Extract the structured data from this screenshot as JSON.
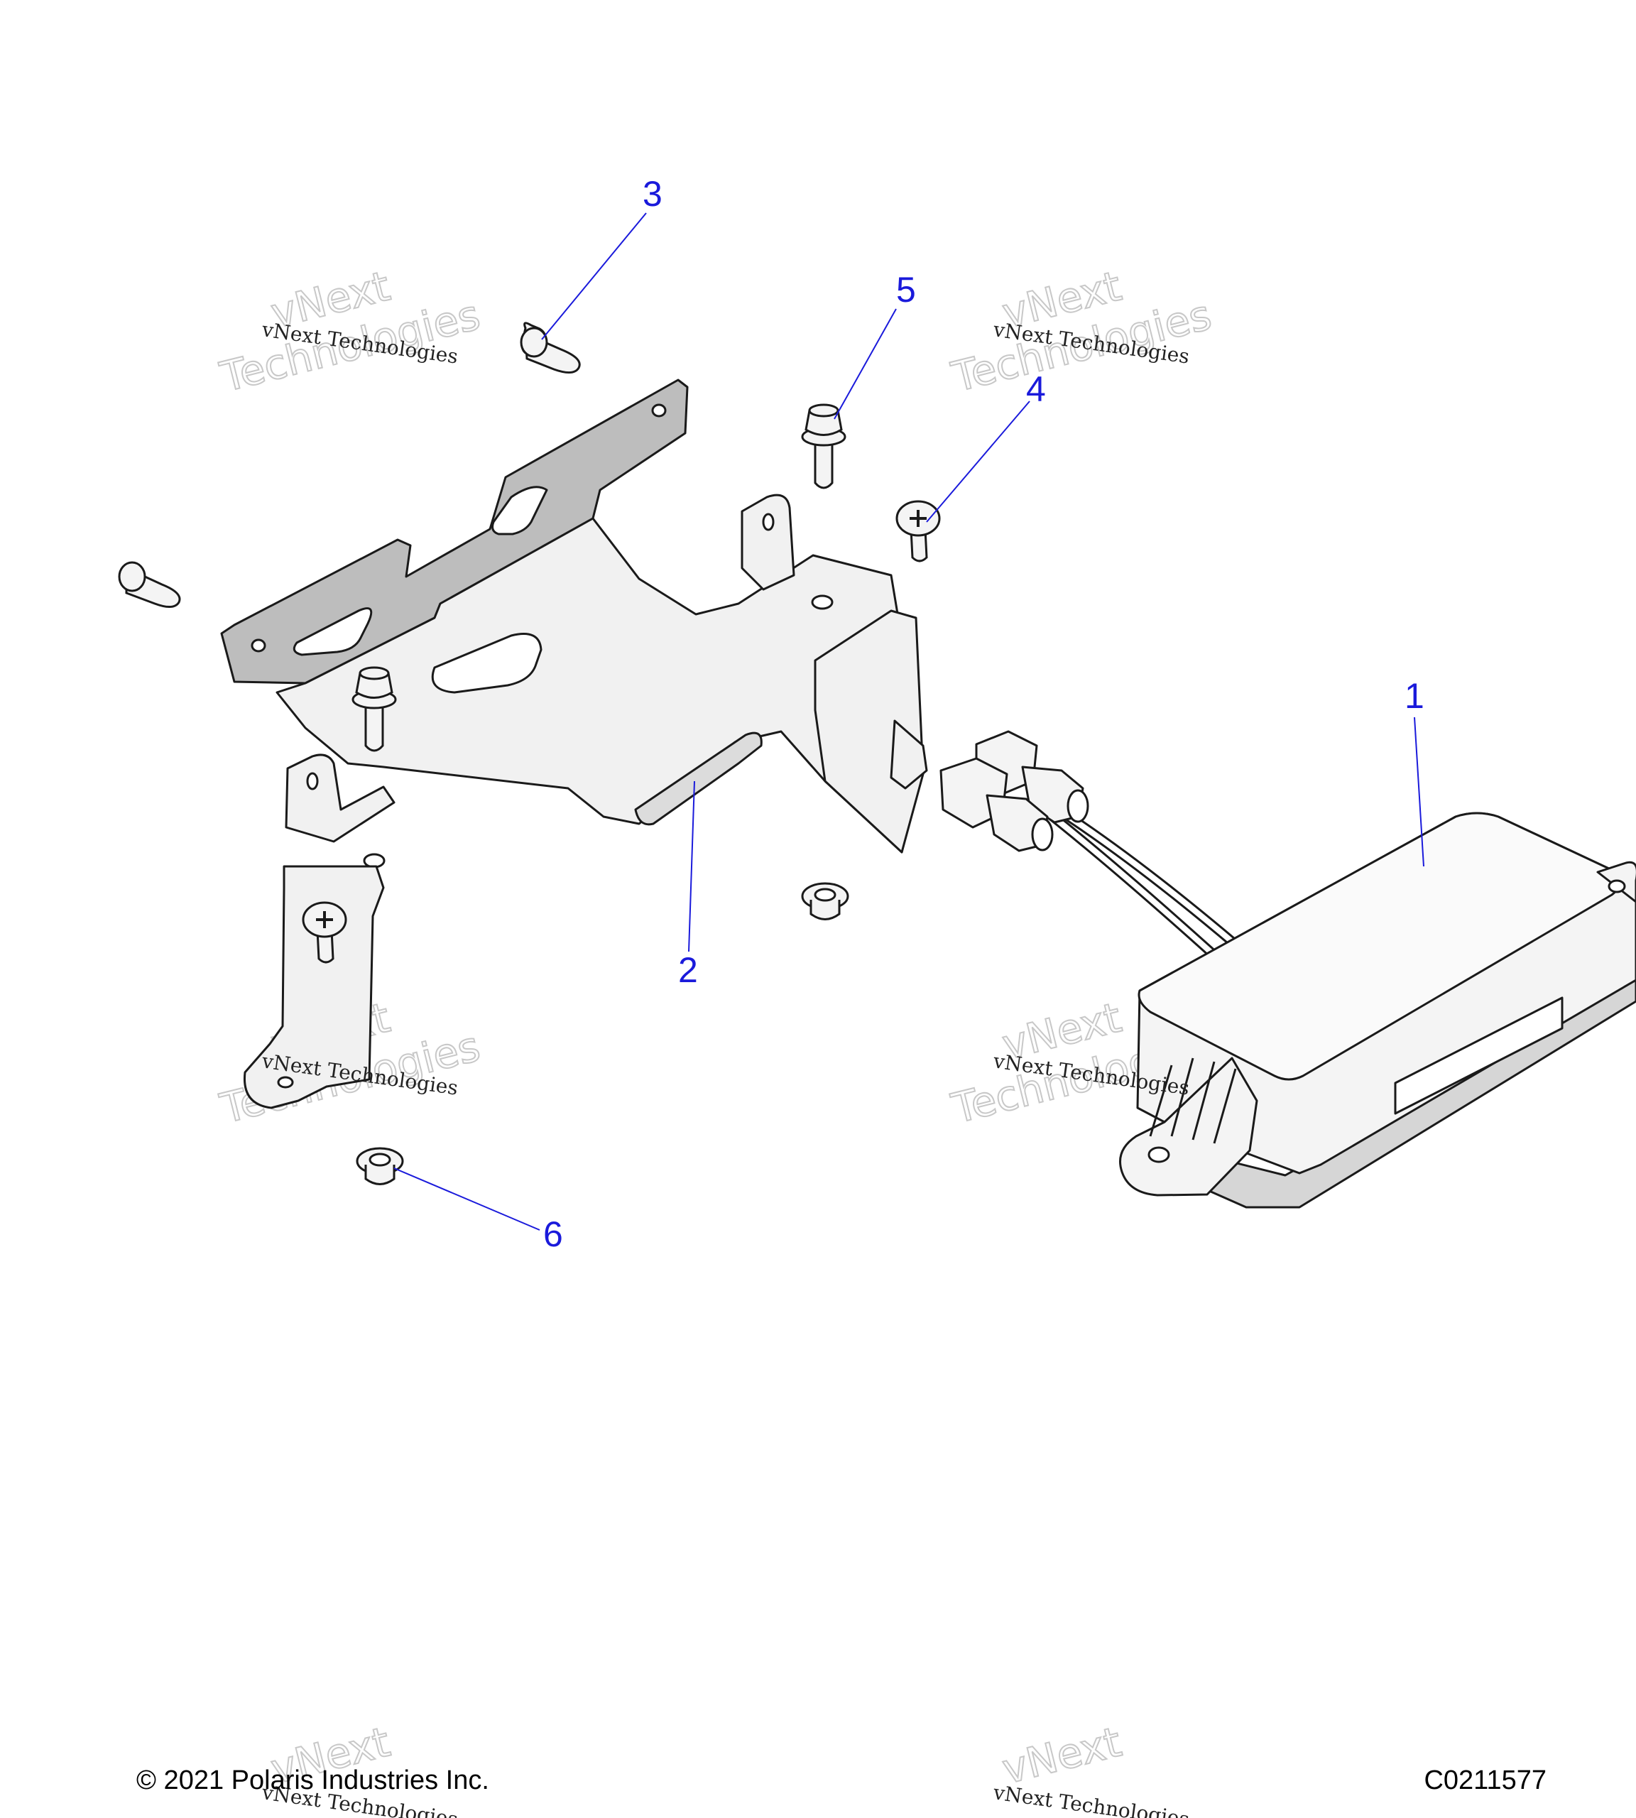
{
  "callouts": {
    "c1": "1",
    "c2": "2",
    "c3": "3",
    "c4": "4",
    "c5": "5",
    "c6": "6"
  },
  "watermark": {
    "text_small": "vNext Technologies",
    "text_large_1": "vNext",
    "text_large_2": "Technologies"
  },
  "footer": {
    "copyright": "© 2021 Polaris Industries Inc.",
    "drawing_number": "C0211577"
  },
  "colors": {
    "callout": "#1a1adb",
    "leader": "#1a1adb",
    "part_outline": "#1a1a1a",
    "bracket_fill": "#f1f1f1",
    "bracket_shade": "#bdbdbd",
    "watermark": "#c8c8c8"
  }
}
